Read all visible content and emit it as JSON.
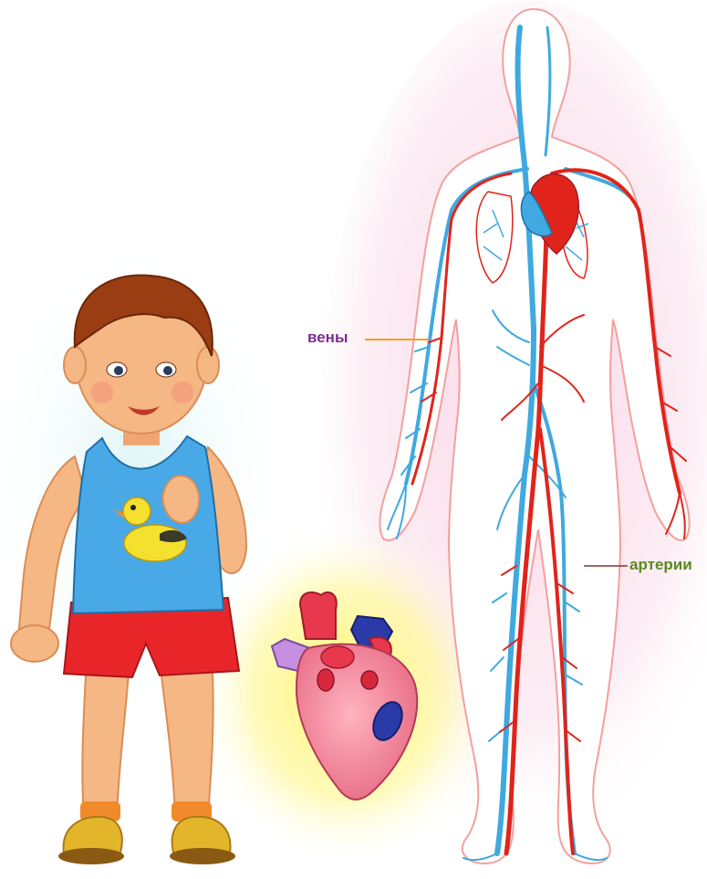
{
  "labels": {
    "veins": "вены",
    "arteries": "артерии"
  },
  "colors": {
    "veins_label": "#7b2d8e",
    "arteries_label": "#5a8a1f",
    "leader_line": "#f0a020",
    "artery": "#e0241b",
    "vein": "#3fa9e0",
    "body_halo": "#f6c6dc",
    "heart_glow": "#fff36a",
    "boy_skin": "#f5b783",
    "boy_hair": "#9a3d12",
    "boy_shirt": "#49a9e6",
    "boy_shorts": "#e8262a",
    "boy_shoes": "#e3b52a",
    "heart_body": "#f28296"
  },
  "icons": {
    "boy": "boy-illustration",
    "heart": "heart-organ-icon",
    "circulatory_system": "circulatory-system-figure"
  }
}
